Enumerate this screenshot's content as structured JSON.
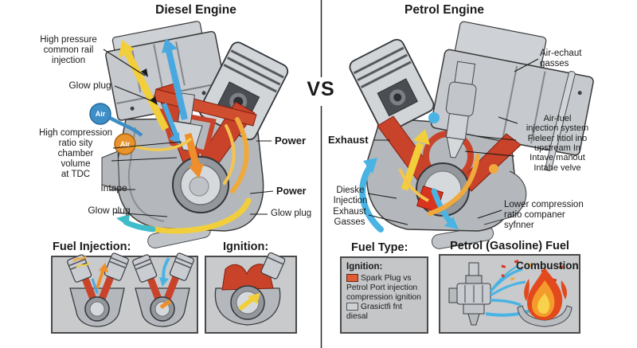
{
  "titles": {
    "diesel": "Diesel Engine",
    "vs": "VS",
    "petrol": "Petrol Engine"
  },
  "diesel": {
    "high_pressure_label": "High pressure\ncommon rail\ninjection",
    "glow_plug_top": "Glow plug",
    "air_intake_badge": "Air",
    "air_hot_badge": "Air",
    "compression_label": "High compression\nratio sity\nchamber\nvolume\nat TDC",
    "intake_label": "Intape",
    "glow_plug_left": "Glow plug",
    "power_upper": "Power",
    "power_lower": "Power",
    "glow_plug_right": "Glow plug"
  },
  "petrol": {
    "air_exhaust_label": "Air-echaut\ngasses",
    "exhaust_label": "Exhaust",
    "air_fuel_label": "Air-fuel\ninjection system\nFieleer htiol ino\nupstream In\nIntave manout\nIntahe velve",
    "injection_label": "Dieske\nInjection",
    "exhaust_gasses_label": "Exhaust\nGasses",
    "compression_label": "Lower compression\nratio companer\nsyfnner"
  },
  "bottom": {
    "fuel_injection_title": "Fuel Injection:",
    "ignition_title": "Ignition:",
    "fuel_type_title": "Fuel Type:",
    "petrol_fuel_title": "Petrol (Gasoline) Fuel",
    "combustion_label": "Combustion",
    "legend": {
      "title": "Ignition:",
      "item_spark": "Spark Plug vs\nPetrol Port injection\ncompression ignition",
      "item_diesel": "Grasictfi fnt\ndiesal",
      "spark_swatch_color": "#e05a33",
      "diesel_swatch_color": "#ced1d3"
    }
  },
  "colors": {
    "fuel_arrow_yellow": "#f2cf3a",
    "air_arrow_blue": "#4aa8e0",
    "hot_arrow_orange": "#ef8f2b",
    "engine_red": "#c8432a",
    "exhaust_teal": "#3fbcca",
    "metal_gray": "#c6c9cd",
    "panel_gray": "#c8cacc"
  }
}
